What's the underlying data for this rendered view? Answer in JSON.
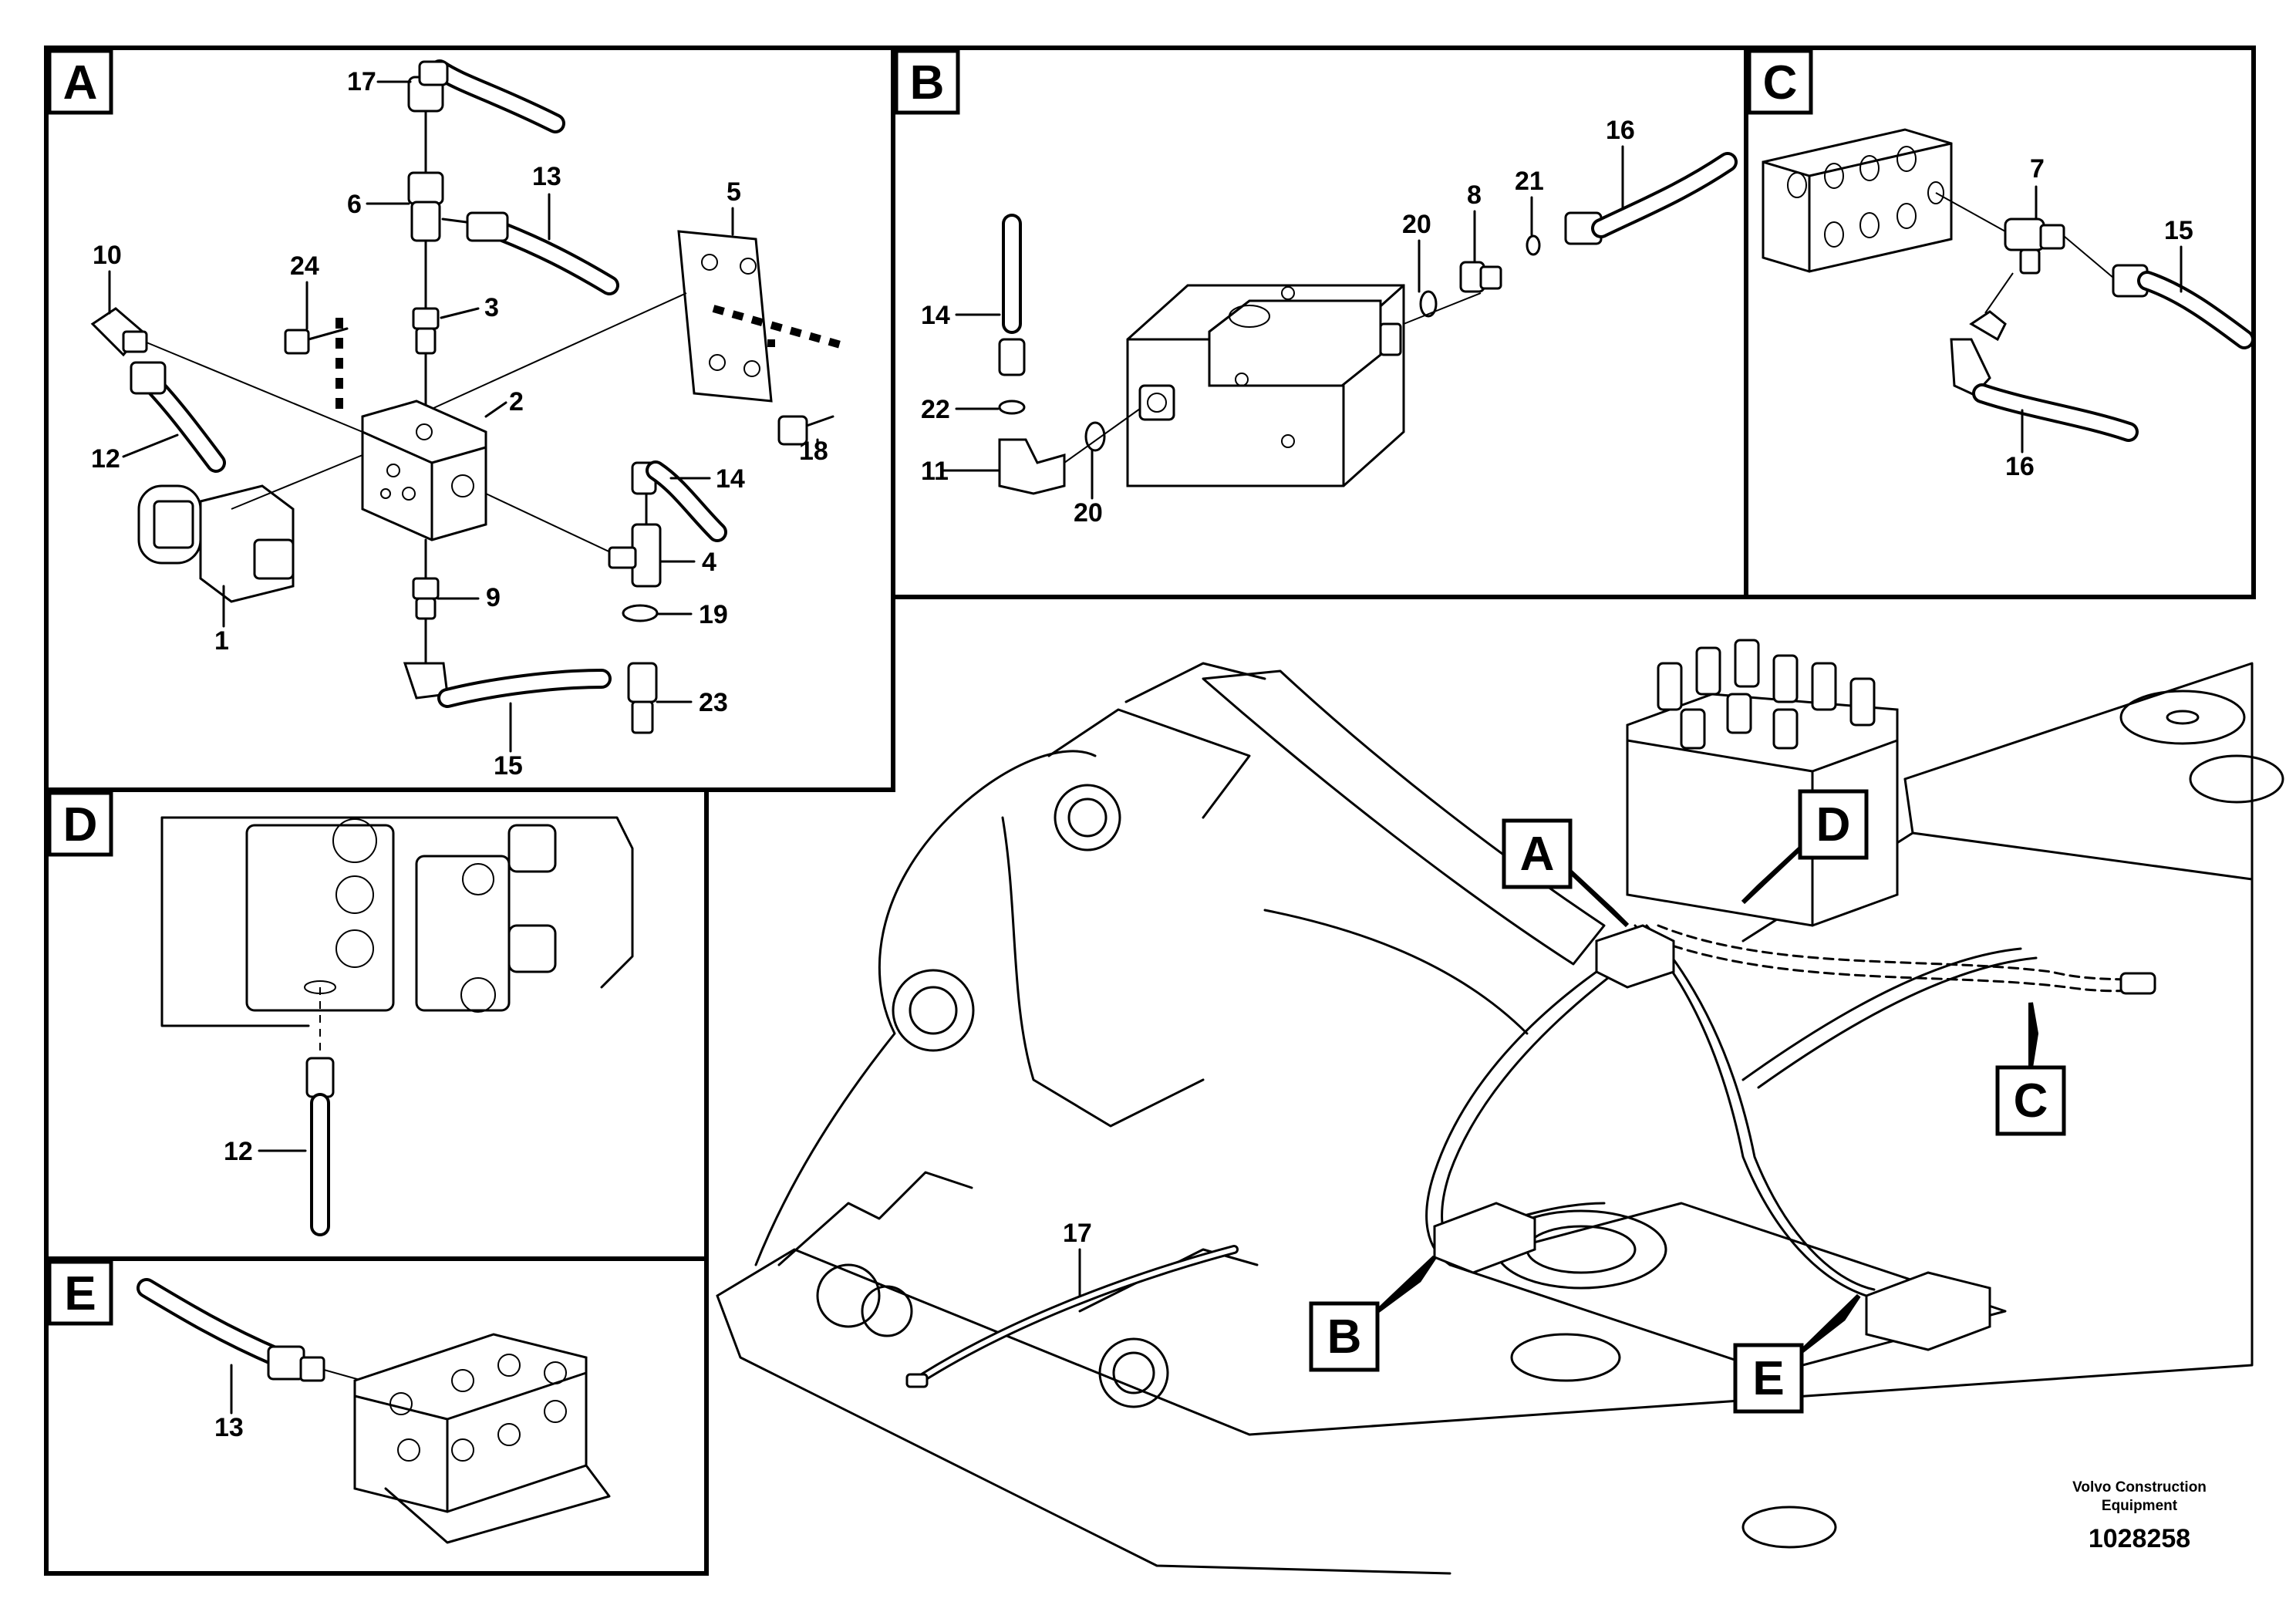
{
  "panels": {
    "A": {
      "letter": "A",
      "labels": [
        "17",
        "6",
        "13",
        "10",
        "24",
        "3",
        "5",
        "2",
        "12",
        "18",
        "14",
        "1",
        "4",
        "9",
        "19",
        "23",
        "15"
      ]
    },
    "B": {
      "letter": "B",
      "labels": [
        "16",
        "20",
        "8",
        "21",
        "14",
        "22",
        "11",
        "20"
      ]
    },
    "C": {
      "letter": "C",
      "labels": [
        "7",
        "15",
        "16"
      ]
    },
    "D": {
      "letter": "D",
      "labels": [
        "12"
      ]
    },
    "E": {
      "letter": "E",
      "labels": [
        "13"
      ]
    }
  },
  "overview": {
    "callouts": [
      "A",
      "D",
      "C",
      "B",
      "E"
    ],
    "labels": [
      "17"
    ]
  },
  "footer": {
    "brand_line1": "Volvo Construction",
    "brand_line2": "Equipment",
    "drawing_number": "1028258"
  }
}
